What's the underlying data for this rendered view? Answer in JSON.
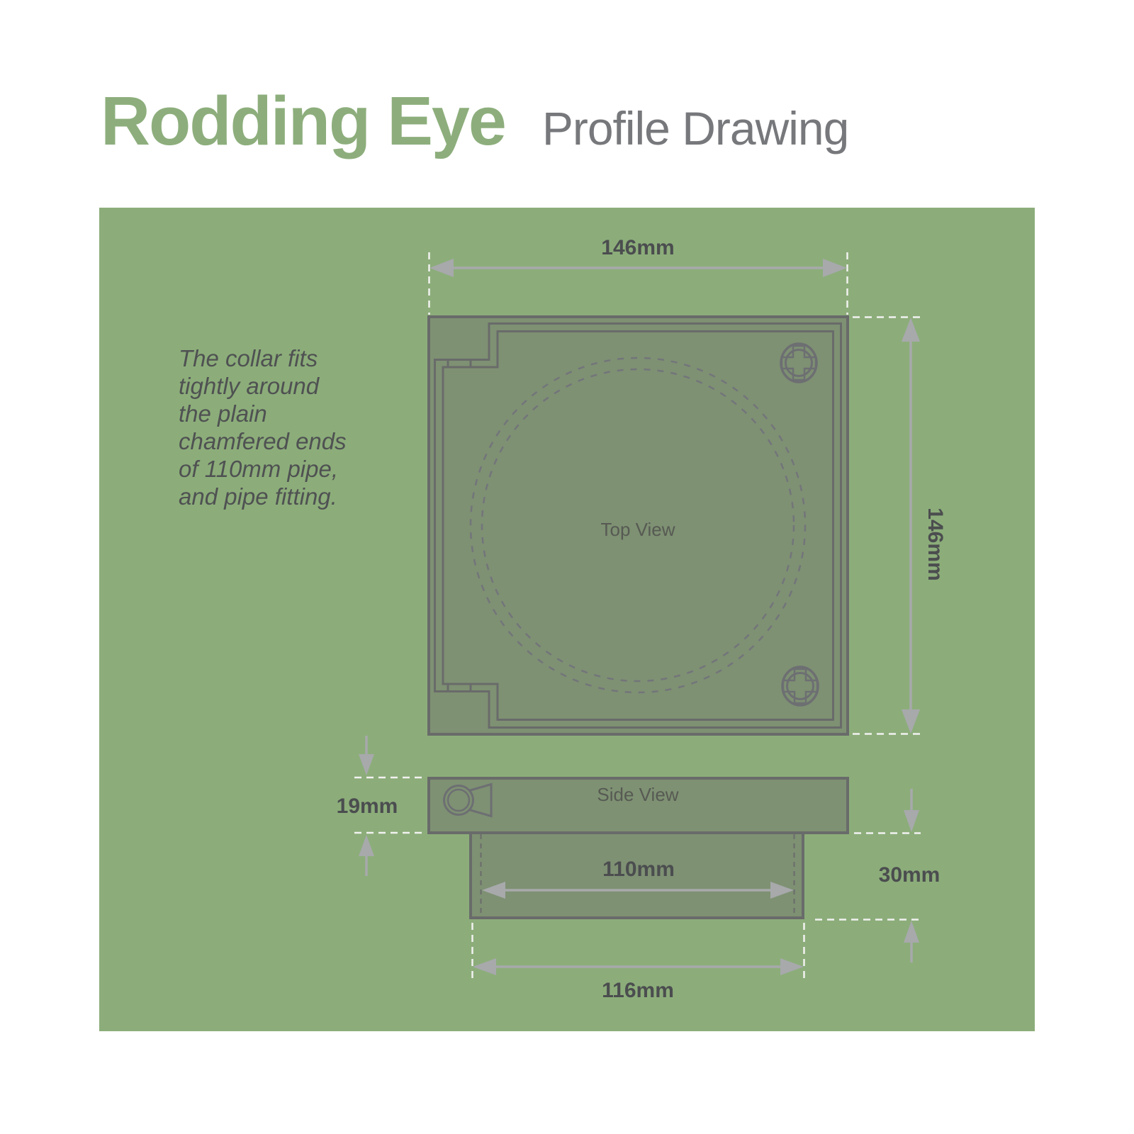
{
  "header": {
    "title": "Rodding Eye",
    "subtitle": "Profile Drawing"
  },
  "note": {
    "lines": [
      "The collar fits",
      "tightly around",
      "the plain",
      "chamfered ends",
      "of 110mm pipe,",
      "and pipe fitting."
    ]
  },
  "top_view": {
    "label": "Top View",
    "width_dim": "146mm",
    "height_dim": "146mm"
  },
  "side_view": {
    "label": "Side View",
    "collar_height_dim": "19mm",
    "pipe_inner_dim": "110mm",
    "spigot_depth_dim": "30mm",
    "spigot_width_dim": "116mm"
  },
  "colors": {
    "accent_green": "#8dae7c",
    "panel_green": "#8cad7a",
    "plate_fill": "#7e9173",
    "line_gray": "#696b6a",
    "dim_arrow_gray": "#a7a9ab",
    "dim_label_gray": "#4b4d4f",
    "subtitle_gray": "#77787b",
    "extension_dash_white": "#f1f2f0"
  }
}
